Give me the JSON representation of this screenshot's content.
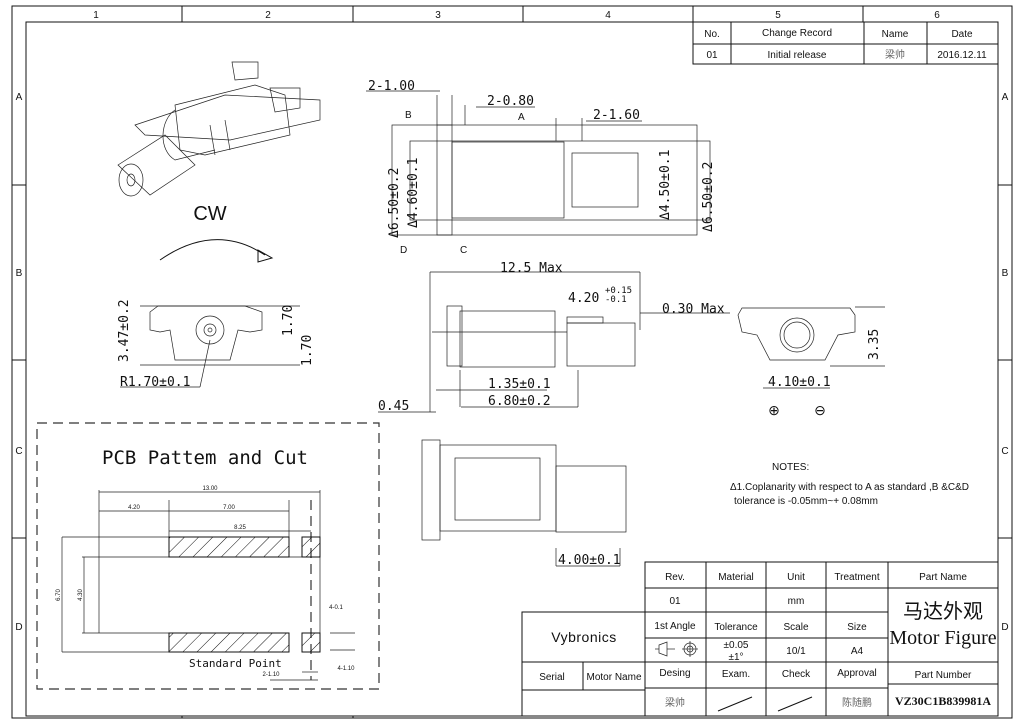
{
  "frame": {
    "columns": [
      "1",
      "2",
      "3",
      "4",
      "5",
      "6"
    ],
    "rows": [
      "A",
      "B",
      "C",
      "D"
    ]
  },
  "change_record": {
    "headers": {
      "no": "No.",
      "record": "Change Record",
      "name": "Name",
      "date": "Date"
    },
    "rows": [
      {
        "no": "01",
        "record": "Initial release",
        "name": "梁帅",
        "date": "2016.12.11"
      }
    ]
  },
  "iso_view": {
    "rotation_label": "CW"
  },
  "top_view": {
    "dims": {
      "d1": "2-1.00",
      "d2": "2-0.80",
      "d3": "2-1.60",
      "left_outer": "Δ6.50±0.2",
      "left_inner": "Δ4.60±0.1",
      "right_inner": "Δ4.50±0.1",
      "right_outer": "Δ6.50±0.2"
    },
    "labels": {
      "a": "A",
      "b": "B",
      "c": "C",
      "d": "D"
    }
  },
  "side_view": {
    "dims": {
      "length": "12.5 Max",
      "shaft": "4.20",
      "shaft_tol_plus": "+0.15",
      "shaft_tol_minus": "-0.1",
      "gap": "0.30 Max",
      "d135": "1.35±0.1",
      "d680": "6.80±0.2",
      "d045": "0.45"
    }
  },
  "end_view_left": {
    "dims": {
      "height": "3.47±0.2",
      "h1": "1.70",
      "h2": "1.70",
      "radius": "R1.70±0.1"
    }
  },
  "end_view_right": {
    "dims": {
      "height": "3.35",
      "width": "4.10±0.1"
    },
    "plus_symbol": "⊕",
    "minus_symbol": "⊖"
  },
  "bottom_view": {
    "dims": {
      "width": "4.00±0.1"
    }
  },
  "notes": {
    "title": "NOTES:",
    "line1": "Δ1.Coplanarity with respect to A as standard ,B &C&D",
    "line2": "tolerance is -0.05mm~+ 0.08mm"
  },
  "pcb": {
    "title": "PCB Pattem and Cut",
    "dims": {
      "total": "13.00",
      "d420": "4.20",
      "d700": "7.00",
      "d825": "8.25",
      "h670": "6.70",
      "h430": "4.30",
      "d401": "4-0.1",
      "d4110": "4-1.10",
      "d2110": "2-1.10"
    },
    "standard_point": "Standard Point"
  },
  "title_block": {
    "logo": "Vybronics",
    "serial": "Serial",
    "motor_name": "Motor Name",
    "rev_label": "Rev.",
    "rev": "01",
    "material_label": "Material",
    "material": "",
    "unit_label": "Unit",
    "unit": "mm",
    "treatment_label": "Treatment",
    "treatment": "",
    "angle_label": "1st Angle",
    "tolerance_label": "Tolerance",
    "tolerance1": "±0.05",
    "tolerance2": "±1°",
    "scale_label": "Scale",
    "scale": "10/1",
    "size_label": "Size",
    "size": "A4",
    "design_label": "Desing",
    "designer": "梁帅",
    "exam_label": "Exam.",
    "check_label": "Check",
    "approval_label": "Approval",
    "approver": "陈随鹏",
    "part_name_label": "Part Name",
    "part_name_cn": "马达外观",
    "part_name_en": "Motor Figure",
    "part_number_label": "Part Number",
    "part_number": "VZ30C1B839981A"
  }
}
